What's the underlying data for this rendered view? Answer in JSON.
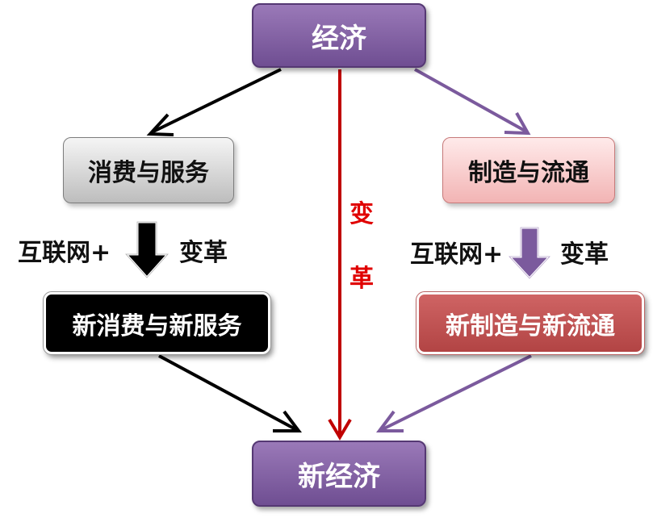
{
  "nodes": {
    "top": "经济",
    "left_mid": "消费与服务",
    "right_mid": "制造与流通",
    "left_low": "新消费与新服务",
    "right_low": "新制造与新流通",
    "bottom": "新经济"
  },
  "labels": {
    "left_prefix": "互联网+",
    "left_suffix": "变革",
    "right_prefix": "互联网+",
    "right_suffix": "变革",
    "center_top": "变",
    "center_bottom": "革"
  },
  "colors": {
    "purple": "#7b5a9d",
    "red": "#c00000",
    "black": "#000000"
  }
}
